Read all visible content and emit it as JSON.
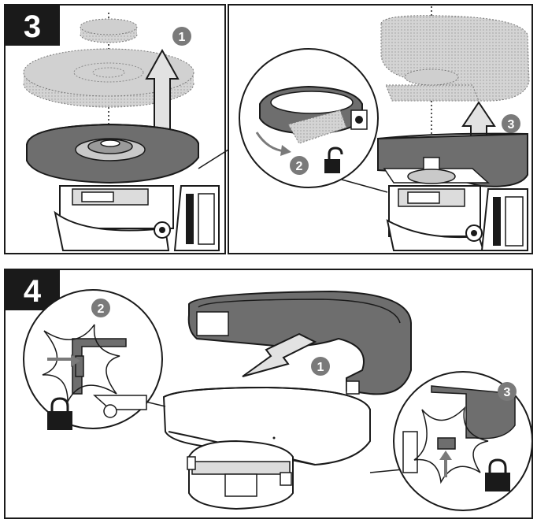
{
  "steps": [
    {
      "number": "3"
    },
    {
      "number": "4"
    }
  ],
  "badges": {
    "s3_remove_wheel": "1",
    "s3_open_lever": "2",
    "s3_lift_guard": "3",
    "s4_slide_guard": "1",
    "s4_tab_left": "2",
    "s4_tab_right": "3"
  },
  "icons": {
    "unlock": "unlocked-padlock-icon",
    "lock": "locked-padlock-icon"
  },
  "colors": {
    "line": "#1a1a1a",
    "badge": "#7a7a7a",
    "guard_dark": "#6e6e6e",
    "guard_light": "#d9d9d9",
    "arrow": "#e2e2e2"
  }
}
